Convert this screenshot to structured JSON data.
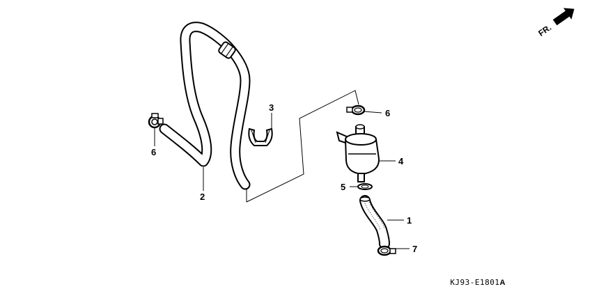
{
  "direction_marker": {
    "label": "FR."
  },
  "callouts": [
    {
      "id": "part-1",
      "label": "1"
    },
    {
      "id": "part-2",
      "label": "2"
    },
    {
      "id": "part-3",
      "label": "3"
    },
    {
      "id": "part-4",
      "label": "4"
    },
    {
      "id": "part-5",
      "label": "5"
    },
    {
      "id": "part-6-left",
      "label": "6"
    },
    {
      "id": "part-6-right",
      "label": "6"
    },
    {
      "id": "part-7",
      "label": "7"
    }
  ],
  "drawing_code": {
    "main": "KJ93-E1801",
    "suffix": "A"
  }
}
